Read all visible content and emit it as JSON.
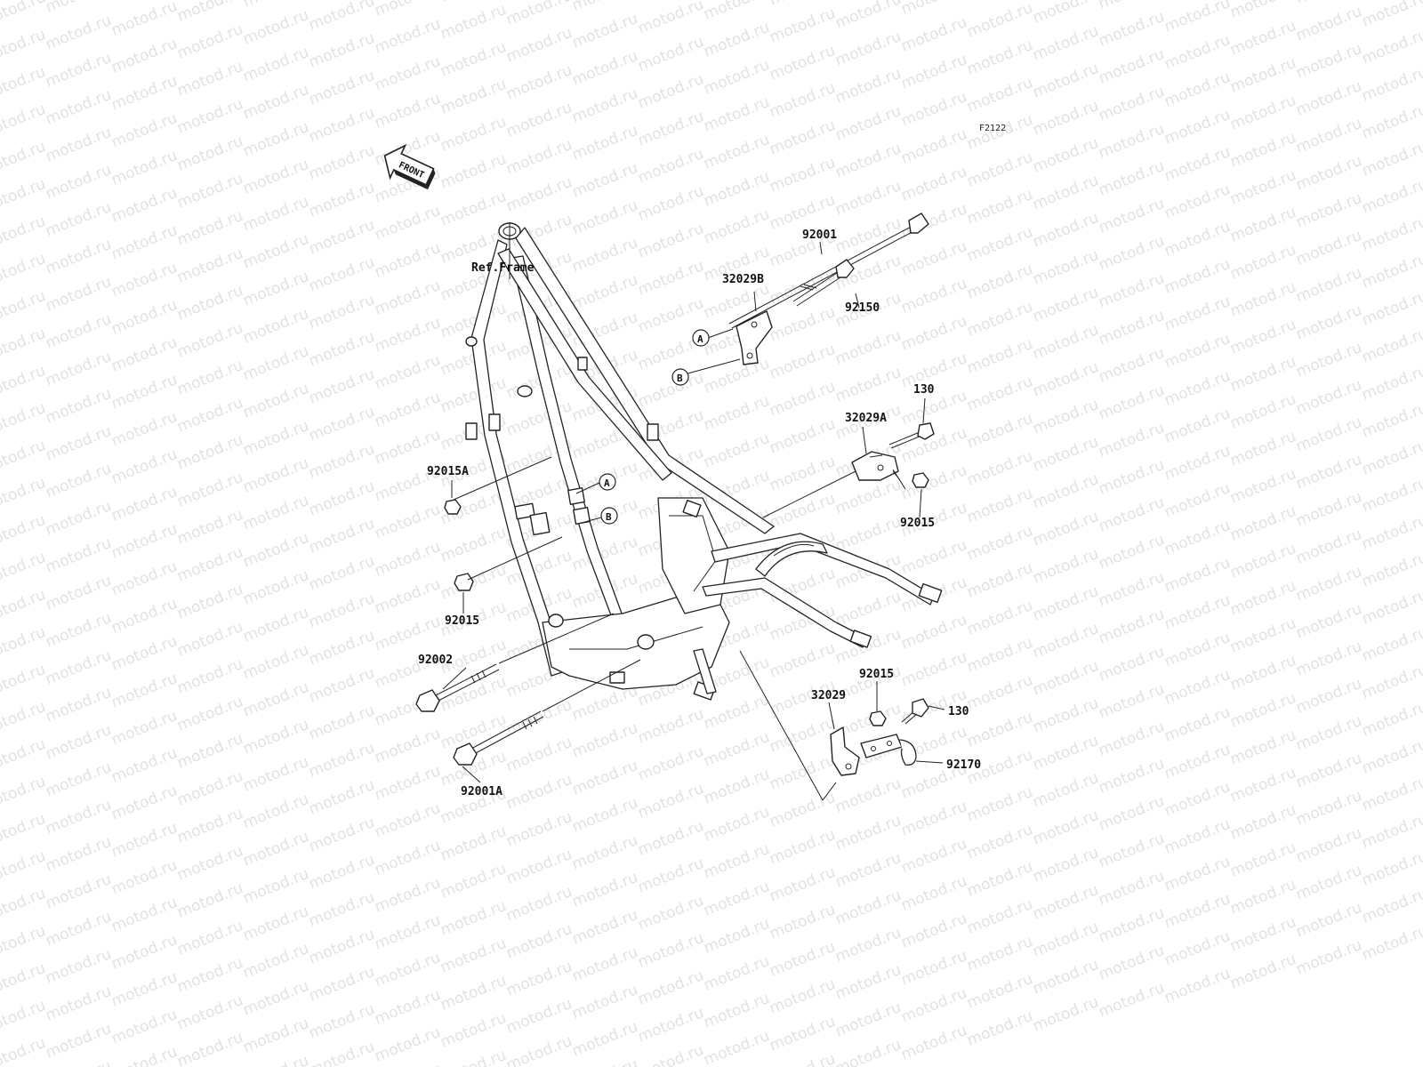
{
  "watermark": "motod.ru",
  "diagram_code": "F2122",
  "front_arrow_label": "FRONT",
  "ref_frame_label": "Ref.Frame",
  "callouts": {
    "p92001": "92001",
    "p32029B": "32029B",
    "p92150": "92150",
    "p130_top": "130",
    "p32029A": "32029A",
    "p92015_right": "92015",
    "p92015A": "92015A",
    "p92015_left": "92015",
    "p92002": "92002",
    "p92001A": "92001A",
    "p32029": "32029",
    "p92015_bottom": "92015",
    "p130_bottom": "130",
    "p92170": "92170"
  },
  "markers": {
    "a": "A",
    "b": "B"
  }
}
